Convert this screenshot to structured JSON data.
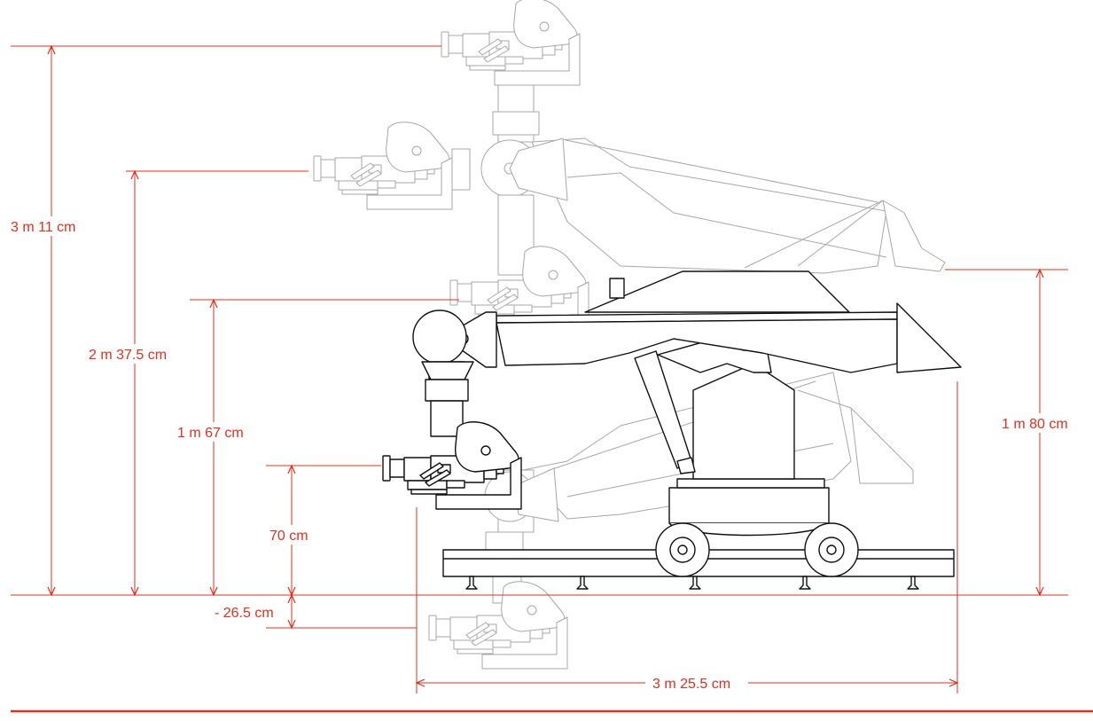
{
  "diagram": {
    "colors": {
      "dimension": "#e0301e",
      "crane_outline": "#111111",
      "ghost_outline": "#8a8a8a"
    },
    "dimensions": [
      {
        "id": "max-height",
        "label": "3 m 11 cm"
      },
      {
        "id": "upper-height",
        "label": "2 m 37.5 cm"
      },
      {
        "id": "mid-height",
        "label": "1 m 67 cm"
      },
      {
        "id": "low-height",
        "label": "70 cm"
      },
      {
        "id": "below-ground",
        "label": "- 26.5 cm"
      },
      {
        "id": "crane-height",
        "label": "1 m 80 cm"
      },
      {
        "id": "reach",
        "label": "3 m 25.5 cm"
      }
    ]
  }
}
